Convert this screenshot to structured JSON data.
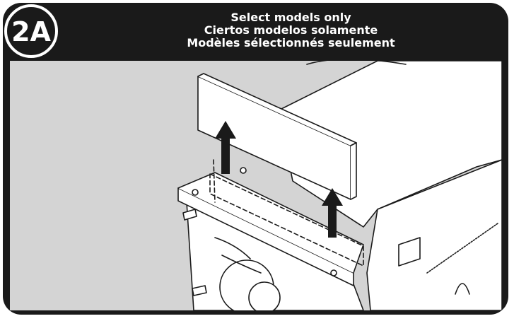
{
  "step": {
    "badge": "2A",
    "lines": [
      "Select models only",
      "Ciertos modelos solamente",
      "Modèles sélectionnés seulement"
    ]
  },
  "colors": {
    "frame": "#1a1a1a",
    "background": "#d4d4d4",
    "badge_fill": "#1a1a1a",
    "badge_ring": "#ffffff",
    "line_art": "#1a1a1a",
    "surface": "#ffffff"
  }
}
